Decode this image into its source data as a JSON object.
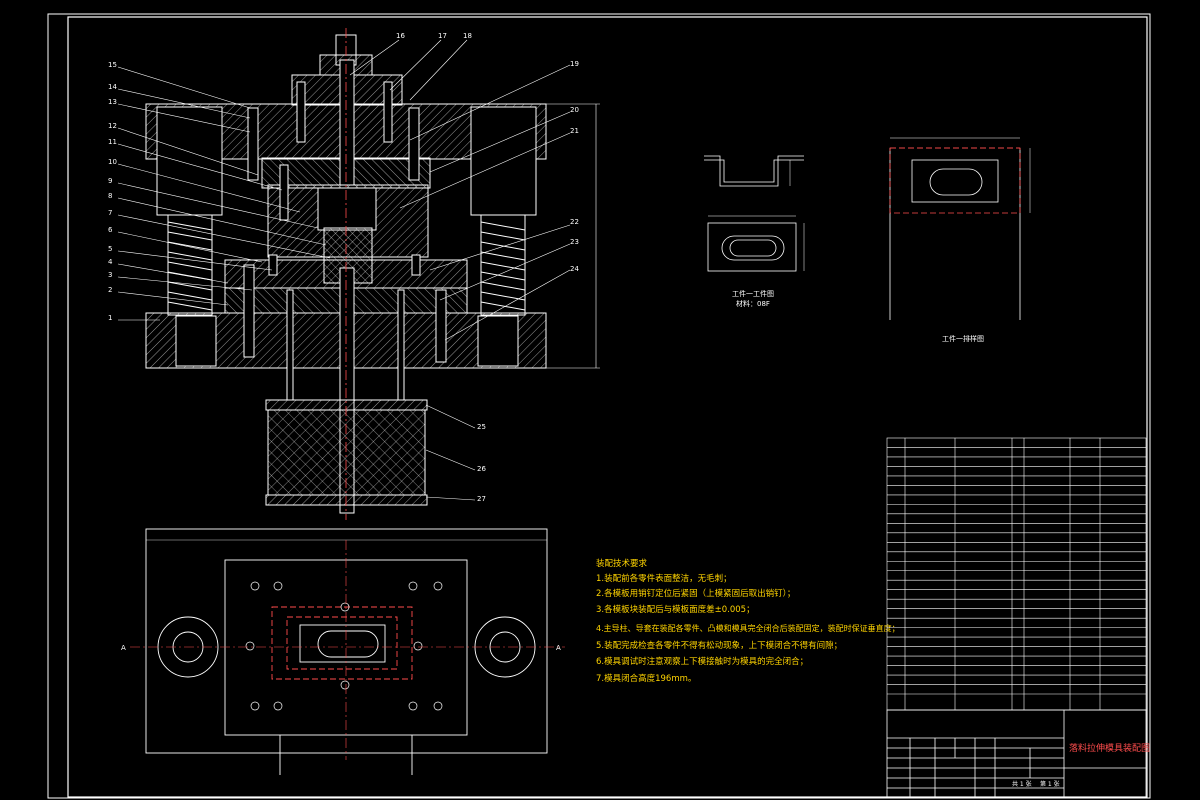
{
  "drawing": {
    "part_numbers": [
      "1",
      "2",
      "3",
      "4",
      "5",
      "6",
      "7",
      "8",
      "9",
      "10",
      "11",
      "12",
      "13",
      "14",
      "15",
      "16",
      "17",
      "18",
      "19",
      "20",
      "21",
      "22",
      "23",
      "24",
      "25",
      "26",
      "27"
    ],
    "part_sketch": {
      "label": "工件一工件图",
      "material": "材料：08F"
    },
    "blank_sketch": {
      "label": "工件一排样图"
    },
    "tech_requirements": {
      "title": "装配技术要求",
      "items": [
        "1.装配前各零件表面整洁，无毛刺；",
        "2.各模板用销钉定位后紧固（上模紧固后取出销钉）；",
        "3.各模板块装配后与模板面度差±0.005；",
        "4.主导柱、导套在装配各零件、凸模和模具完全闭合后装配固定，装配时保证垂直度；",
        "5.装配完成检查各零件不得有松动现象，上下模闭合不得有间隙；",
        "6.模具调试时注意观察上下模接触时为模具的完全闭合；",
        "7.模具闭合高度196mm。"
      ]
    },
    "section_marks": {
      "left": "A",
      "right": "A"
    },
    "title_block": {
      "drawing_name": "落料拉伸模具装配图",
      "sheet_total": "共 1 张",
      "sheet_no": "第 1 张"
    }
  }
}
